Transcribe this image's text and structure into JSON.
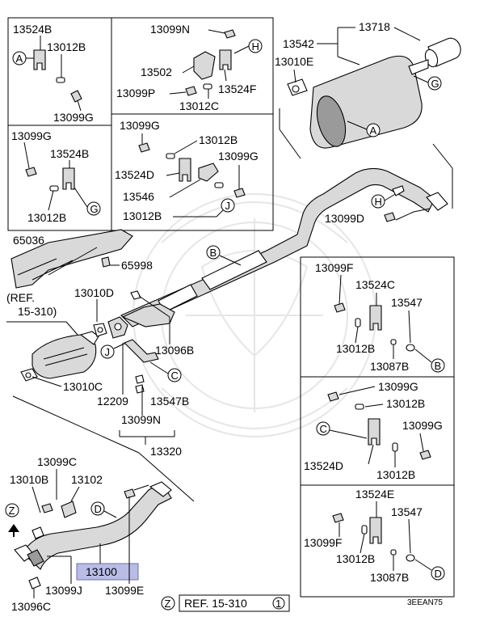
{
  "diagram": {
    "footer_code": "3EEAN75",
    "ref_bottom_circle": "Z",
    "ref_bottom_text": "REF. 15-310",
    "ref_bottom_num": "1",
    "ref_left_text_1": "(REF.",
    "ref_left_text_2": "15-310)",
    "flow_circle": "Z",
    "inset_tl1": {
      "labels": [
        "13524B",
        "13012B",
        "13099G"
      ],
      "circle": "A"
    },
    "inset_tl2": {
      "labels": [
        "13099G",
        "13524B",
        "13012B"
      ],
      "circle": "G"
    },
    "inset_tm1": {
      "labels": [
        "13099N",
        "13502",
        "13099P",
        "13524F",
        "13012C"
      ],
      "circle": "H"
    },
    "inset_tm2": {
      "labels": [
        "13099G",
        "13012B",
        "13099G",
        "13524D",
        "13546",
        "13012B"
      ],
      "circle": "J"
    },
    "inset_r1": {
      "labels": [
        "13099F",
        "13524C",
        "13547",
        "13012B",
        "13087B"
      ],
      "circle": "B"
    },
    "inset_r2": {
      "labels": [
        "13099G",
        "13012B",
        "13099G",
        "13524D",
        "13012B"
      ],
      "circle": "C"
    },
    "inset_r3": {
      "labels": [
        "13524E",
        "13547",
        "13099F",
        "13012B",
        "13087B"
      ],
      "circle": "D"
    },
    "main_labels": {
      "muffler_group": "13718",
      "muffler": "13542",
      "gasket_tail": "13010E",
      "bolt_tail": "13099D",
      "heat_shield": "65036",
      "shield_bolt": "65998",
      "gasket_front": "13010D",
      "bolt_front": "13096B",
      "gasket_cat": "13010C",
      "hanger": "12209",
      "nut": "13547B",
      "bolt_cat": "13099N",
      "center_pipe": "13320",
      "front_pipe_bolt": "13099C",
      "front_gasket": "13010B",
      "front_bracket": "13102",
      "front_pipe": "13100",
      "bolt_j": "13099J",
      "bolt_e": "13099E",
      "nut_front": "13096C"
    },
    "main_circles": [
      "A",
      "G",
      "H",
      "B",
      "J",
      "C",
      "D"
    ]
  }
}
